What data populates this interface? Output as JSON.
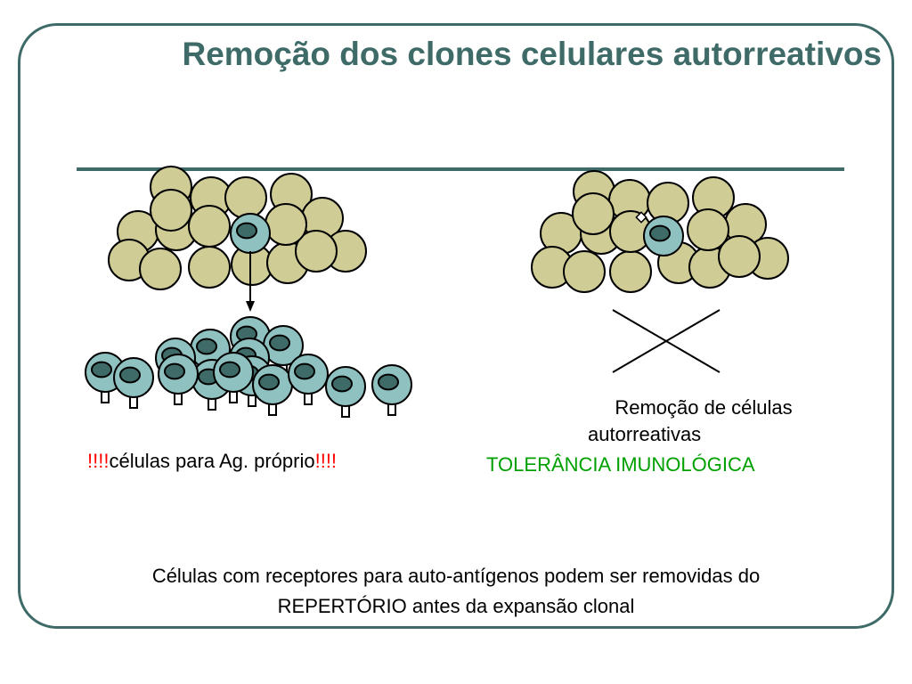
{
  "slide": {
    "title": "Remoção dos clones celulares autorreativos",
    "left_label": {
      "prefix_marks": "!!!!",
      "text": "células para Ag. próprio",
      "suffix_marks": "!!!!"
    },
    "right_label": {
      "line1": "Remoção de células",
      "line2": "autorreativas",
      "tolerance": "TOLERÂNCIA IMUNOLÓGICA"
    },
    "footer": {
      "line1": "Células com receptores para auto-antígenos podem ser removidas do",
      "line2": "REPERTÓRIO antes da expansão clonal"
    }
  },
  "colors": {
    "frame": "#3e6b68",
    "title": "#3e6b68",
    "normal_cell": "#cfcc96",
    "reactive_cell": "#8fc1c0",
    "nucleus": "#3e6b68",
    "emphasis": "#ff0000",
    "tolerance": "#00a000"
  }
}
